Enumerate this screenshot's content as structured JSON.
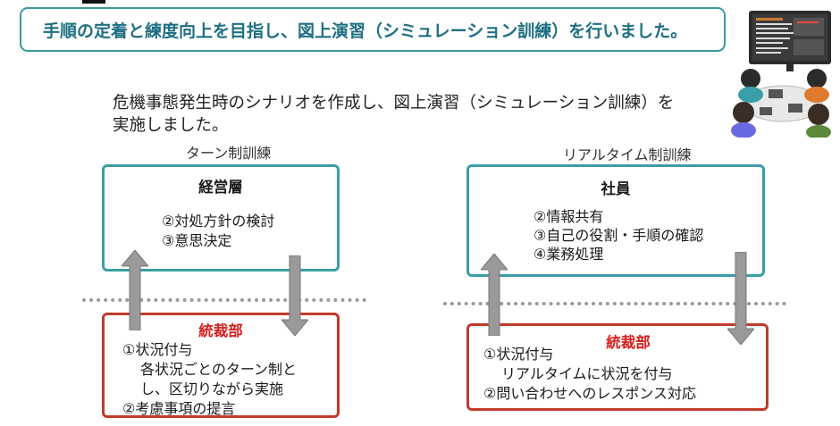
{
  "banner": {
    "text": "手順の定着と練度向上を目指し、図上演習（シミュレーション訓練）を行いました。",
    "border_color": "#3a9aa0",
    "text_color": "#1e6f82"
  },
  "intro": {
    "line1": "危機事態発生時のシナリオを作成し、図上演習（シミュレーション訓練）を",
    "line2": "実施しました。"
  },
  "left": {
    "title": "ターン制訓練",
    "top_box": {
      "title": "経営層",
      "lines": [
        "②対処方針の検討",
        "③意思決定"
      ]
    },
    "bottom_box": {
      "title": "統裁部",
      "lines": [
        "①状況付与",
        "各状況ごとのターン制と",
        "し、区切りながら実施",
        "②考慮事項の提言"
      ]
    }
  },
  "right": {
    "title": "リアルタイム制訓練",
    "top_box": {
      "title": "社員",
      "lines": [
        "②情報共有",
        "③自己の役割・手順の確認",
        "④業務処理"
      ]
    },
    "bottom_box": {
      "title": "統裁部",
      "lines": [
        "①状況付与",
        "リアルタイムに状況を付与",
        "②問い合わせへのレスポンス対応"
      ]
    }
  },
  "colors": {
    "teal": "#3a9ea6",
    "red": "#c23a2b",
    "red_title": "#d81e1e",
    "arrow": "#9a9a9a"
  },
  "icons": {
    "illustration": "people-at-computers-illustration"
  }
}
